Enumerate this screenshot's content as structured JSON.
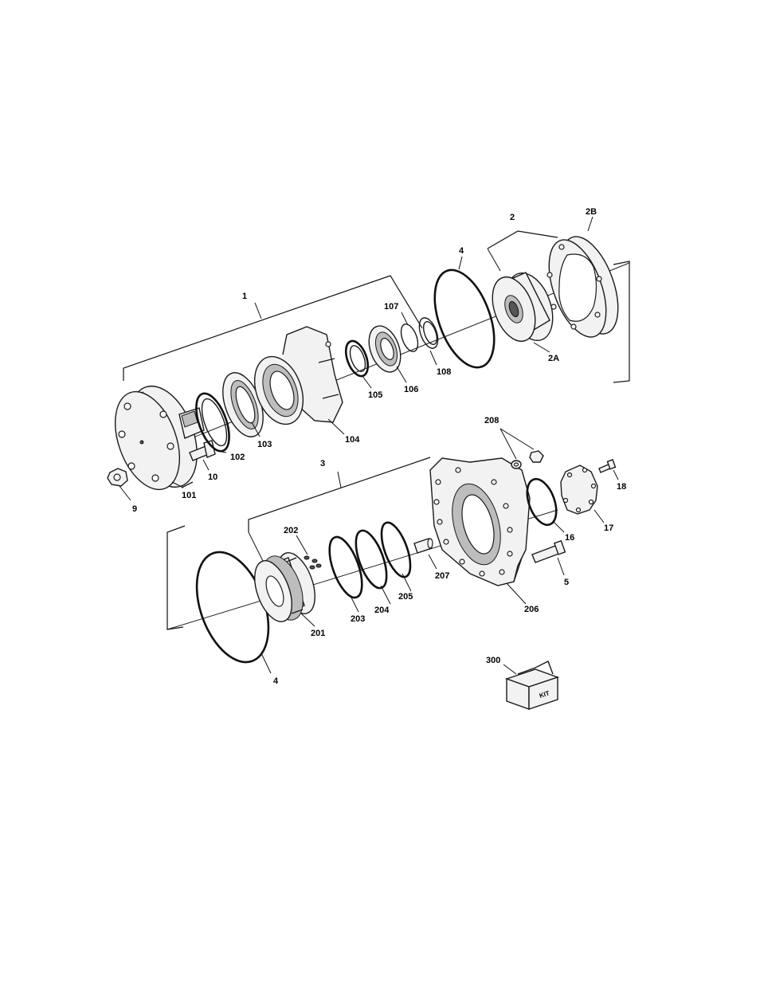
{
  "callouts": {
    "c1": "1",
    "c2": "2",
    "c2A": "2A",
    "c2B": "2B",
    "c3": "3",
    "c4_upper": "4",
    "c4_lower": "4",
    "c5": "5",
    "c9": "9",
    "c10": "10",
    "c16": "16",
    "c17": "17",
    "c18": "18",
    "c101": "101",
    "c102": "102",
    "c103": "103",
    "c104": "104",
    "c105": "105",
    "c106": "106",
    "c107": "107",
    "c108": "108",
    "c201": "201",
    "c202": "202",
    "c203": "203",
    "c204": "204",
    "c205": "205",
    "c206": "206",
    "c207": "207",
    "c208": "208",
    "c300": "300"
  },
  "kit_box": {
    "label": "KIT"
  }
}
